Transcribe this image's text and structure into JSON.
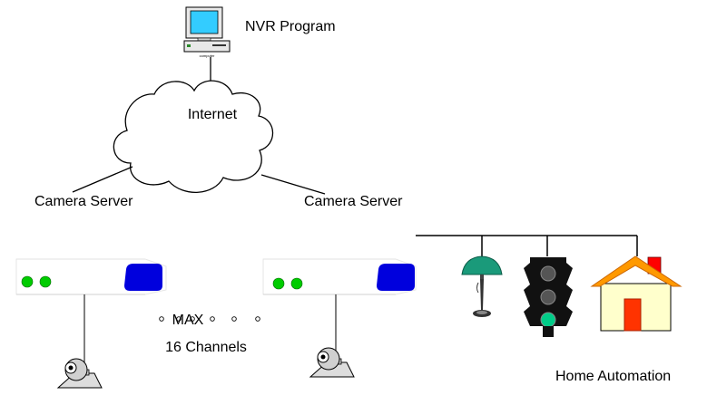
{
  "labels": {
    "nvr_program": "NVR Program",
    "computer_caption": "computer",
    "internet": "Internet",
    "camera_server_left": "Camera Server",
    "camera_server_right": "Camera Server",
    "max": "MAX",
    "channels": "16 Channels",
    "home_automation": "Home Automation"
  },
  "colors": {
    "lines": "#000000",
    "server_body": "#ffffff",
    "server_led": "#00cc00",
    "server_panel": "#0000dd",
    "lamp": "#1a9a7a",
    "traffic_light_body": "#111111",
    "traffic_light_green": "#00cc88",
    "house_wall": "#ffffcc",
    "house_roof": "#ff9900",
    "house_door": "#ff3300",
    "chimney": "#ff0000",
    "monitor_screen": "#33ccff"
  },
  "icons": {
    "computer": "desktop-computer-icon",
    "cloud": "cloud-icon",
    "server": "camera-server-icon",
    "camera": "webcam-icon",
    "lamp": "lamp-icon",
    "traffic_light": "traffic-light-icon",
    "house": "house-icon"
  }
}
